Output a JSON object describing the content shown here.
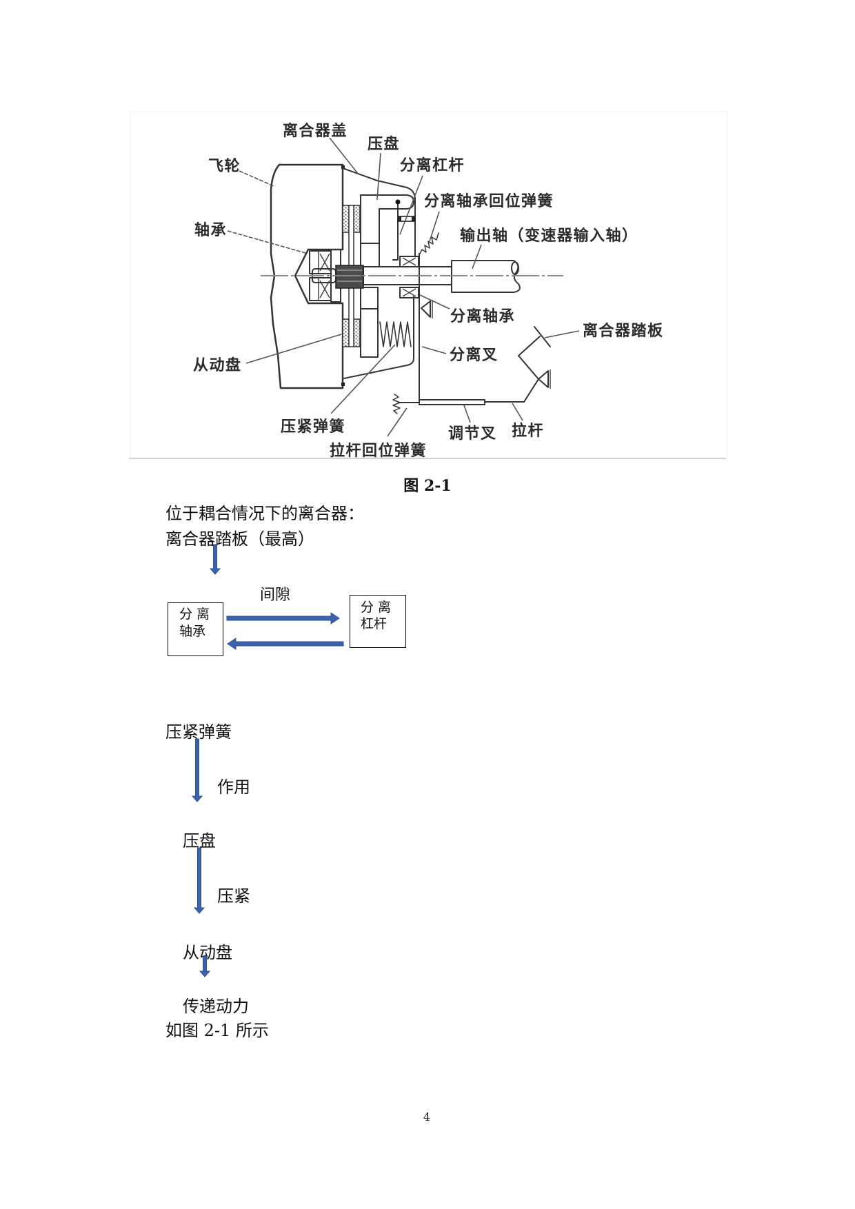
{
  "figure": {
    "caption": "图 2-1",
    "labels": {
      "clutch_cover": "离合器盖",
      "pressure_plate": "压盘",
      "flywheel": "飞轮",
      "release_lever": "分离杠杆",
      "release_bearing_return_spring": "分离轴承回位弹簧",
      "bearing": "轴承",
      "output_shaft": "输出轴（变速器输入轴）",
      "release_bearing": "分离轴承",
      "clutch_pedal": "离合器踏板",
      "release_fork": "分离叉",
      "driven_disc": "从动盘",
      "pressure_spring": "压紧弹簧",
      "adjusting_fork": "调节叉",
      "pull_rod": "拉杆",
      "pull_rod_return_spring": "拉杆回位弹簧"
    }
  },
  "body": {
    "intro": "位于耦合情况下的离合器：",
    "pedal_state": "离合器踏板（最高）",
    "gap_diagram": {
      "gap_label": "间隙",
      "left_box": {
        "line1": "分 离",
        "line2": "轴承"
      },
      "right_box": {
        "line1": "分 离",
        "line2": "杠杆"
      }
    },
    "flow": {
      "step1": "压紧弹簧",
      "action1": "作用",
      "step2": "压盘",
      "action2": "压紧",
      "step3": "从动盘",
      "step4": "传递动力"
    },
    "reference": "如图 2-1 所示"
  },
  "colors": {
    "arrow": "#3b62ad",
    "arrow_border": "#2f4f8f"
  },
  "page_number": "4"
}
